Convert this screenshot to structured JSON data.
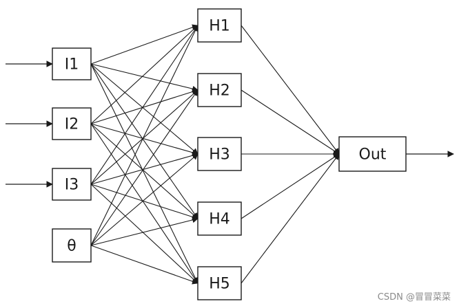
{
  "diagram": {
    "input_nodes": [
      {
        "id": "I1",
        "label": "I1",
        "has_input_arrow": true
      },
      {
        "id": "I2",
        "label": "I2",
        "has_input_arrow": true
      },
      {
        "id": "I3",
        "label": "I3",
        "has_input_arrow": true
      },
      {
        "id": "theta",
        "label": "θ",
        "has_input_arrow": false
      }
    ],
    "hidden_nodes": [
      {
        "id": "H1",
        "label": "H1"
      },
      {
        "id": "H2",
        "label": "H2"
      },
      {
        "id": "H3",
        "label": "H3"
      },
      {
        "id": "H4",
        "label": "H4"
      },
      {
        "id": "H5",
        "label": "H5"
      }
    ],
    "output_node": {
      "id": "Out",
      "label": "Out",
      "has_output_arrow": true
    },
    "connections": "fully-connected input→hidden, hidden→output"
  },
  "watermark": "CSDN @冒冒菜菜",
  "colors": {
    "line": "#1a1a1a",
    "background": "#ffffff",
    "watermark": "#8a8a8a"
  }
}
